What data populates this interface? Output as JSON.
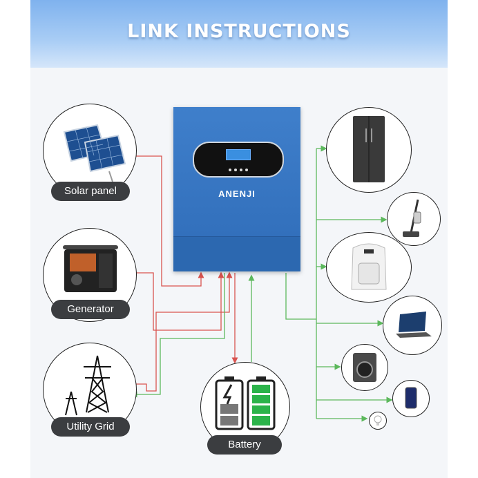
{
  "banner": {
    "title": "LINK INSTRUCTIONS"
  },
  "inverter": {
    "brand": "ANENJI"
  },
  "sources": {
    "solar": {
      "label": "Solar panel"
    },
    "generator": {
      "label": "Generator"
    },
    "grid": {
      "label": "Utility Grid"
    },
    "battery": {
      "label": "Battery"
    }
  },
  "colors": {
    "input_line": "#d9534f",
    "output_line": "#5cb85c",
    "label_bg": "#3b3d40",
    "inverter_blue": "#2f6cb8"
  },
  "icons": {
    "appliances": [
      "refrigerator-icon",
      "vacuum-icon",
      "air-fryer-icon",
      "laptop-icon",
      "washing-machine-icon",
      "smartphone-icon",
      "light-bulb-icon"
    ]
  }
}
